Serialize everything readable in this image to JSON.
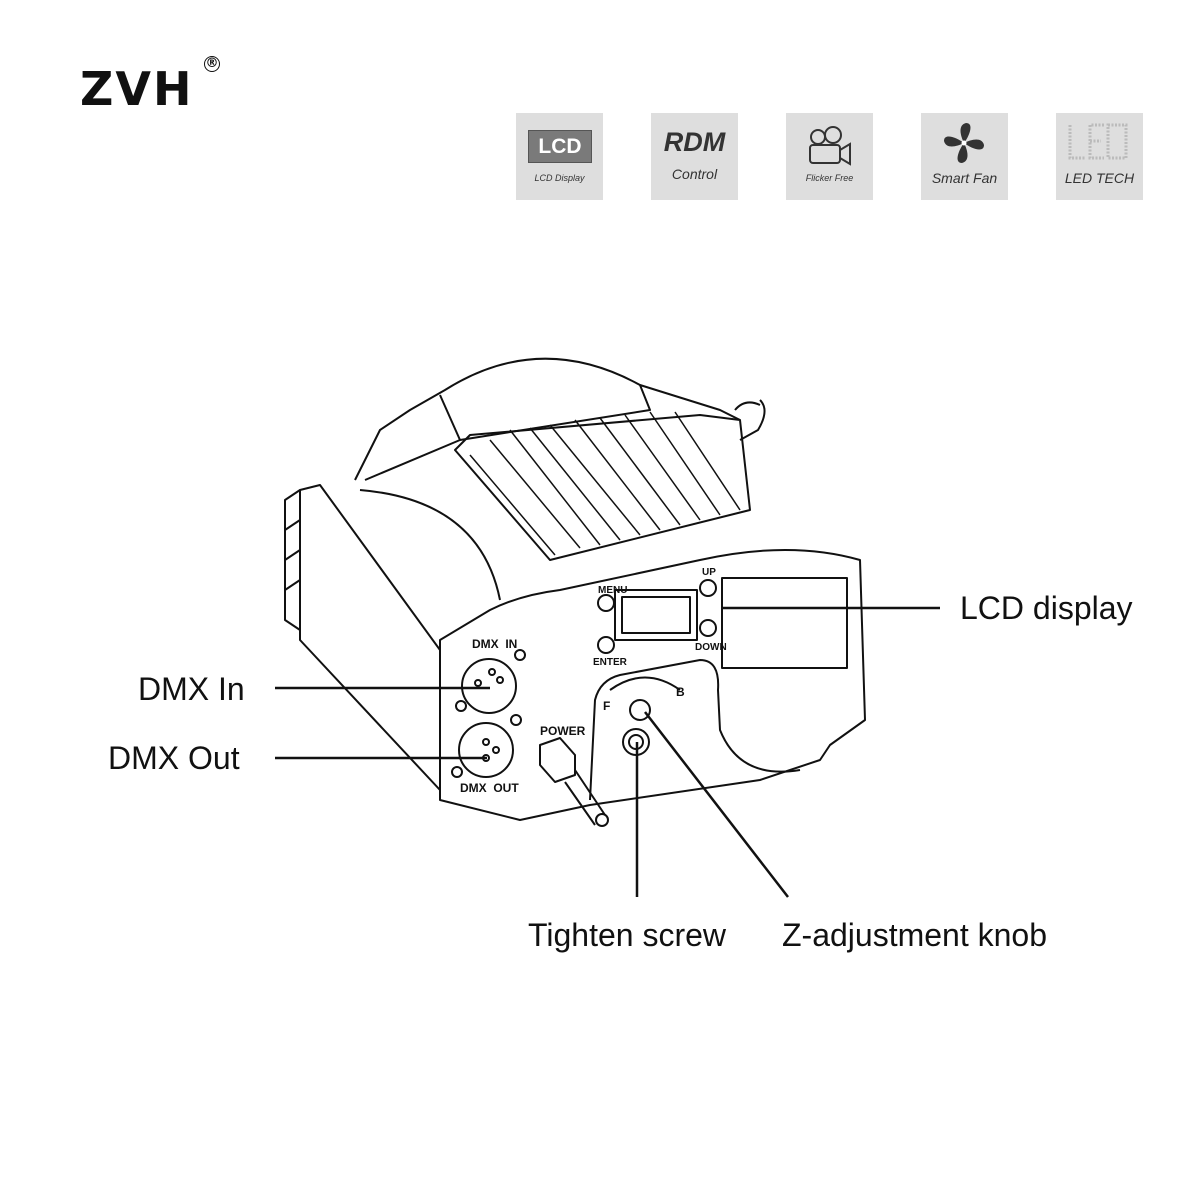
{
  "brand": {
    "name": "ZVH",
    "registered": "®"
  },
  "features": [
    {
      "icon": "lcd-icon",
      "title": "LCD",
      "caption": "LCD Display"
    },
    {
      "icon": "rdm-icon",
      "title": "RDM",
      "caption": "Control"
    },
    {
      "icon": "camera-icon",
      "caption": "Flicker Free"
    },
    {
      "icon": "fan-icon",
      "caption": "Smart Fan"
    },
    {
      "icon": "led-icon",
      "caption": "LED TECH"
    }
  ],
  "panel_labels": {
    "menu": "MENU",
    "up": "UP",
    "enter": "ENTER",
    "down": "DOWN",
    "dmx_in": "DMX  IN",
    "dmx_out": "DMX  OUT",
    "power": "POWER",
    "f": "F",
    "b": "B"
  },
  "callouts": {
    "lcd": "LCD display",
    "dmx_in": "DMX In",
    "dmx_out": "DMX Out",
    "screw": "Tighten screw",
    "knob": "Z-adjustment knob"
  }
}
